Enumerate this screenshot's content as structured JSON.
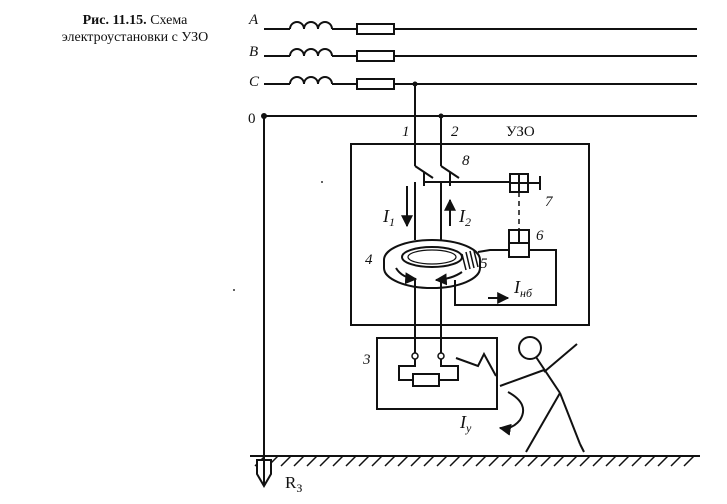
{
  "caption": {
    "number": "Рис. 11.15.",
    "text_line1": "Схема",
    "text_line2": "электроустановки с УЗО"
  },
  "lines": {
    "phase_a": "A",
    "phase_b": "B",
    "phase_c": "C",
    "neutral": "0"
  },
  "labels": {
    "rcd": "УЗО",
    "n1": "1",
    "n2": "2",
    "n3": "3",
    "n4": "4",
    "n5": "5",
    "n6": "6",
    "n7": "7",
    "n8": "8",
    "i1_main": "I",
    "i1_sub": "1",
    "i2_main": "I",
    "i2_sub": "2",
    "inb_main": "I",
    "inb_sub": "нб",
    "iy_main": "I",
    "iy_sub": "у",
    "r3_main": "R",
    "r3_sub": "З"
  }
}
